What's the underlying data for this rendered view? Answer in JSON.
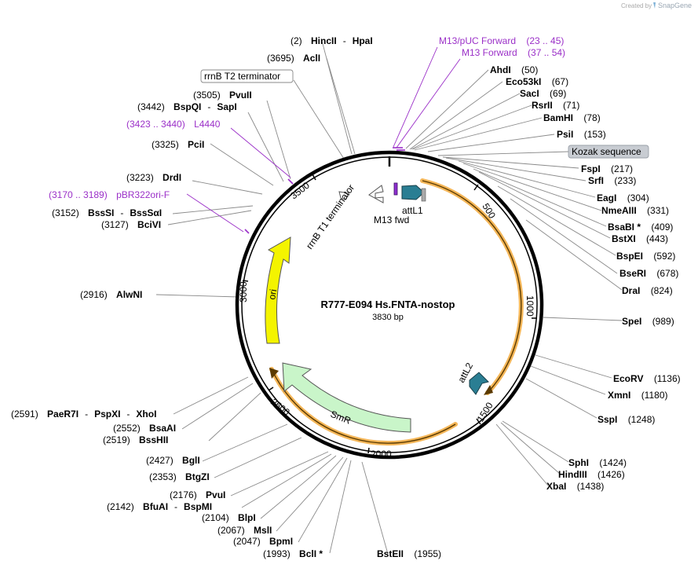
{
  "plasmid": {
    "name": "R777-E094 Hs.FNTA-nostop",
    "length": "3830 bp"
  },
  "credit": {
    "created_by": "Created by",
    "brand": "SnapGene"
  },
  "colors": {
    "primer": "#9b30c8",
    "orf_highlight": "#f2a93b",
    "att": "#2a7e93",
    "ori": "#f4f400",
    "smr": "#c9f5c9",
    "kozak_bg": "#c8ccd2"
  },
  "ticks": [
    "500",
    "1000",
    "1500",
    "2000",
    "2500",
    "3000",
    "3500"
  ],
  "features": {
    "attL1": "attL1",
    "attL2": "attL2",
    "m13fwd": "M13 fwd",
    "rrnb_t1": "rrnB T1 terminator",
    "ori": "ori",
    "smr": "SmR"
  },
  "labels": {
    "hinc": {
      "pos": "(2)",
      "name": "HincII",
      "sep": "-",
      "name2": "HpaI"
    },
    "acl": {
      "pos": "(3695)",
      "name": "AclI"
    },
    "rrnb_t2": {
      "name": "rrnB T2 terminator"
    },
    "pvuii": {
      "pos": "(3505)",
      "name": "PvuII"
    },
    "bspqi": {
      "pos": "(3442)",
      "name": "BspQI",
      "sep": "-",
      "name2": "SapI"
    },
    "l4440": {
      "pos": "(3423 .. 3440)",
      "name": "L4440"
    },
    "pcii": {
      "pos": "(3325)",
      "name": "PciI"
    },
    "drdi": {
      "pos": "(3223)",
      "name": "DrdI"
    },
    "pbr322": {
      "pos": "(3170 .. 3189)",
      "name": "pBR322ori-F"
    },
    "bsssi": {
      "pos": "(3152)",
      "name": "BssSI",
      "sep": "-",
      "name2": "BssSαI"
    },
    "bcivi": {
      "pos": "(3127)",
      "name": "BciVI"
    },
    "alwni": {
      "pos": "(2916)",
      "name": "AlwNI"
    },
    "paer7i": {
      "pos": "(2591)",
      "name": "PaeR7I",
      "sep": "-",
      "name2": "PspXI",
      "sep2": "-",
      "name3": "XhoI"
    },
    "bsaai": {
      "pos": "(2552)",
      "name": "BsaAI"
    },
    "bsshii": {
      "pos": "(2519)",
      "name": "BssHII"
    },
    "bgli": {
      "pos": "(2427)",
      "name": "BglI"
    },
    "btgzi": {
      "pos": "(2353)",
      "name": "BtgZI"
    },
    "pvui": {
      "pos": "(2176)",
      "name": "PvuI"
    },
    "bfuai": {
      "pos": "(2142)",
      "name": "BfuAI",
      "sep": "-",
      "name2": "BspMI"
    },
    "blpi": {
      "pos": "(2104)",
      "name": "BlpI"
    },
    "msli": {
      "pos": "(2067)",
      "name": "MslI"
    },
    "bpmi": {
      "pos": "(2047)",
      "name": "BpmI"
    },
    "bcli": {
      "pos": "(1993)",
      "name": "BclI *"
    },
    "bsteii": {
      "name": "BstEII",
      "pos": "(1955)"
    },
    "m13puc": {
      "name": "M13/pUC Forward",
      "pos": "(23 .. 45)"
    },
    "m13fwd": {
      "name": "M13 Forward",
      "pos": "(37 .. 54)"
    },
    "ahdi": {
      "name": "AhdI",
      "pos": "(50)"
    },
    "eco53ki": {
      "name": "Eco53kI",
      "pos": "(67)"
    },
    "saci": {
      "name": "SacI",
      "pos": "(69)"
    },
    "rsrii": {
      "name": "RsrII",
      "pos": "(71)"
    },
    "bamhi": {
      "name": "BamHI",
      "pos": "(78)"
    },
    "psii": {
      "name": "PsiI",
      "pos": "(153)"
    },
    "kozak": {
      "name": "Kozak sequence"
    },
    "fspi": {
      "name": "FspI",
      "pos": "(217)"
    },
    "srfi": {
      "name": "SrfI",
      "pos": "(233)"
    },
    "eagi": {
      "name": "EagI",
      "pos": "(304)"
    },
    "nmeaiii": {
      "name": "NmeAIII",
      "pos": "(331)"
    },
    "bsabi": {
      "name": "BsaBI *",
      "pos": "(409)"
    },
    "bstxi": {
      "name": "BstXI",
      "pos": "(443)"
    },
    "bspei": {
      "name": "BspEI",
      "pos": "(592)"
    },
    "bseri": {
      "name": "BseRI",
      "pos": "(678)"
    },
    "drai": {
      "name": "DraI",
      "pos": "(824)"
    },
    "spei": {
      "name": "SpeI",
      "pos": "(989)"
    },
    "ecorv": {
      "name": "EcoRV",
      "pos": "(1136)"
    },
    "xmni": {
      "name": "XmnI",
      "pos": "(1180)"
    },
    "sspi": {
      "name": "SspI",
      "pos": "(1248)"
    },
    "sphi": {
      "name": "SphI",
      "pos": "(1424)"
    },
    "hindiii": {
      "name": "HindIII",
      "pos": "(1426)"
    },
    "xbai": {
      "name": "XbaI",
      "pos": "(1438)"
    }
  }
}
